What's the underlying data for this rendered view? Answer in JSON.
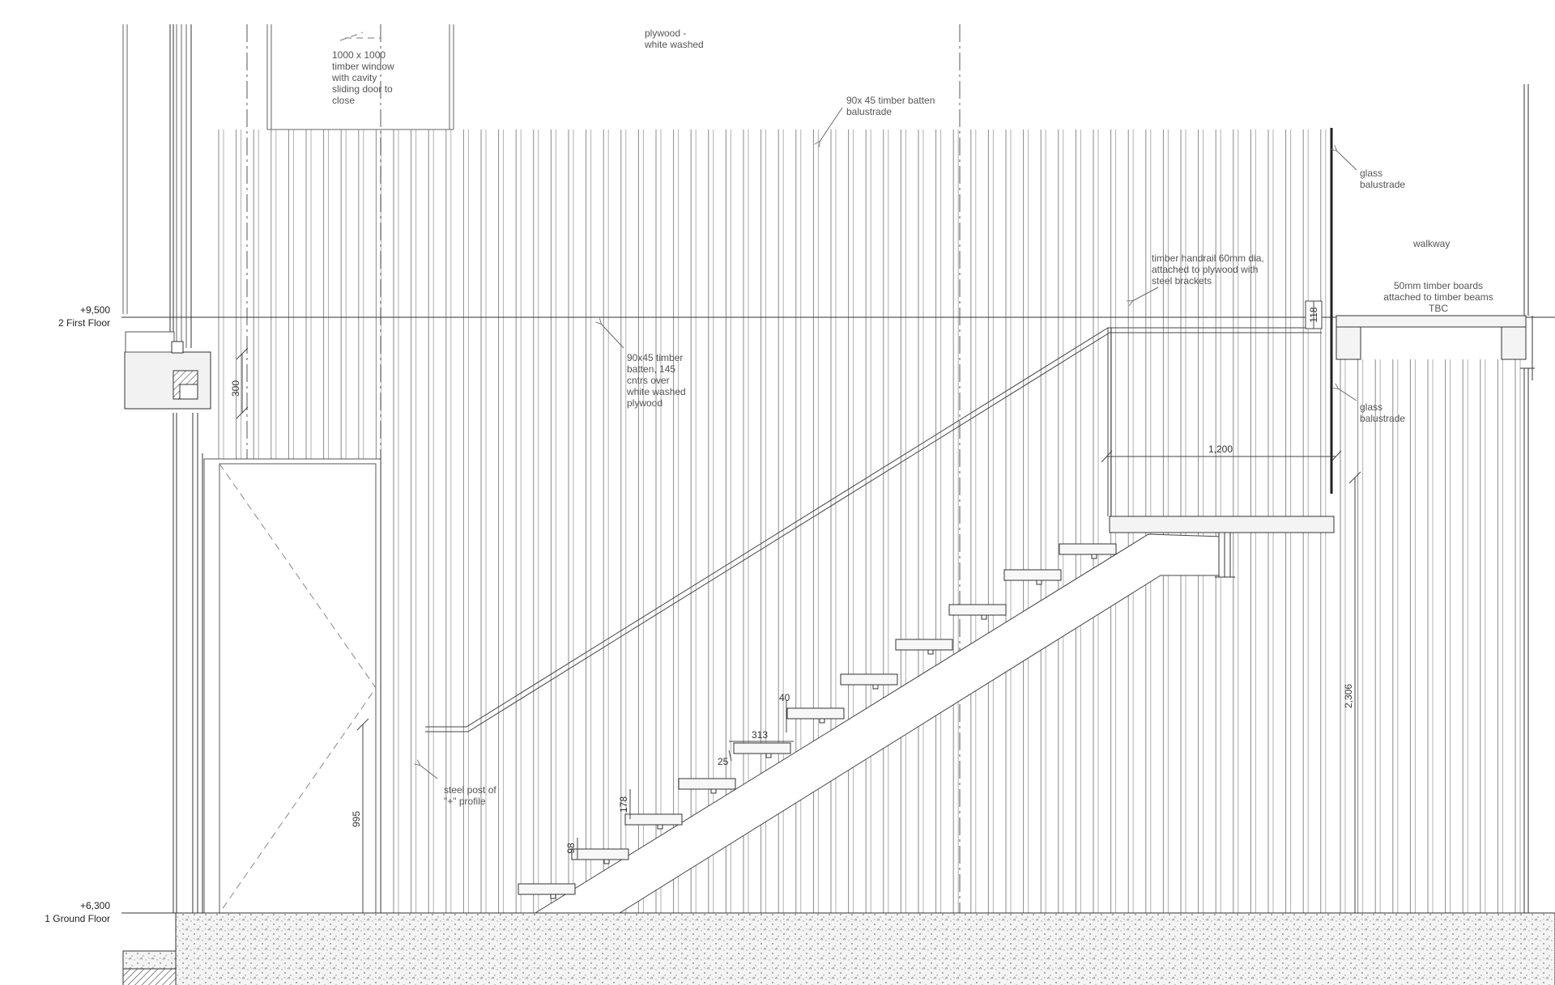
{
  "levels": {
    "first_floor": {
      "value": "+9,500",
      "name": "2 First Floor"
    },
    "ground_floor": {
      "value": "+6,300",
      "name": "1 Ground Floor"
    }
  },
  "annotations": {
    "window": "1000 x 1000\ntimber window\nwith cavity\nsliding door to\nclose",
    "plywood": "plywood -\nwhite washed",
    "batten_balustrade": "90x 45 timber batten\nbalustrade",
    "glass_upper": "glass\nbalustrade",
    "walkway": "walkway",
    "handrail": "timber handrail 60mm dia,\nattached to plywood with\nsteel brackets",
    "boards": "50mm timber boards\nattached to timber beams\nTBC",
    "batten_cladding": "90x45 timber\nbatten, 145\ncntrs over\nwhite washed\nplywood",
    "glass_lower": "glass\nbalustrade",
    "steel_post": "steel post of\n\"+\" profile"
  },
  "dimensions": {
    "d300": "300",
    "d118": "118",
    "d1200": "1,200",
    "d2306": "2,306",
    "d995": "995",
    "d40": "40",
    "d313": "313",
    "d25": "25",
    "d178": "178",
    "d98": "98"
  },
  "colors": {
    "line": "#555555",
    "ink": "#222222",
    "hatch": "#444444",
    "concrete_fill": "#f4f4f4"
  }
}
